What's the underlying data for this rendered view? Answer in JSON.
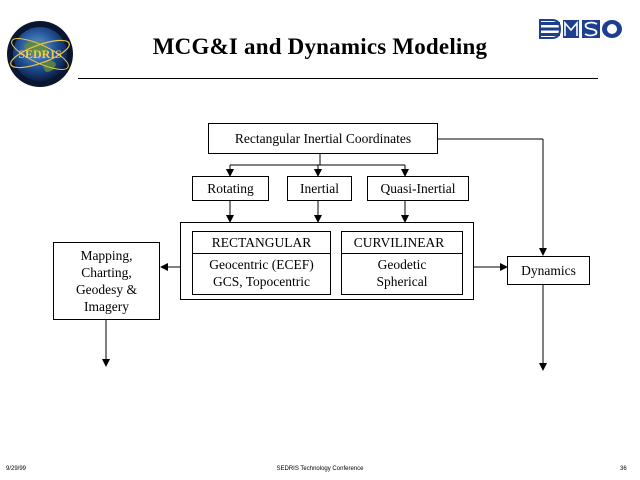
{
  "title": "MCG&I and Dynamics Modeling",
  "logos": {
    "left": "SEDRIS",
    "right": "DMSO"
  },
  "nodes": {
    "top": "Rectangular Inertial Coordinates",
    "rotating": "Rotating",
    "inertial": "Inertial",
    "quasi": "Quasi-Inertial",
    "rect_head": "RECTANGULAR",
    "rect_line1": "Geocentric (ECEF)",
    "rect_line2": "GCS, Topocentric",
    "curv_head": "CURVILINEAR",
    "curv_line1": "Geodetic",
    "curv_line2": "Spherical",
    "mapping_line1": "Mapping,",
    "mapping_line2": "Charting,",
    "mapping_line3": "Geodesy &",
    "mapping_line4": "Imagery",
    "dynamics": "Dynamics"
  },
  "footer": {
    "date": "9/29/99",
    "conference": "SEDRIS Technology Conference",
    "page": "36"
  }
}
